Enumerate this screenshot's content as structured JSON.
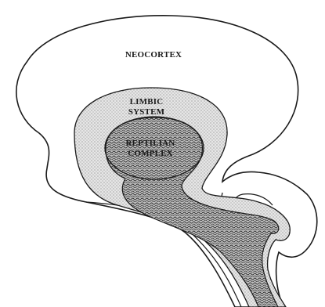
{
  "regions": {
    "neocortex": "NEOCORTEX",
    "limbic_line1": "LIMBIC",
    "limbic_line2": "SYSTEM",
    "reptilian_line1": "REPTILIAN",
    "reptilian_line2": "COMPLEX"
  },
  "colors": {
    "outline": "#1a1a1a",
    "background": "#ffffff",
    "limbic_fill": "#d9d9d9",
    "reptilian_fill": "#8a8a8a"
  }
}
